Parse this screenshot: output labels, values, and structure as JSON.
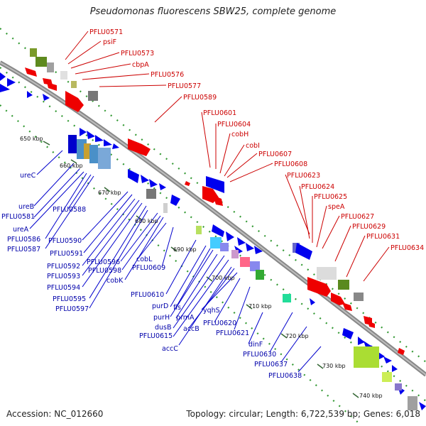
{
  "title": "Pseudomonas fluorescens SBW25, complete genome",
  "accession": "Accession: NC_012660",
  "topology": "Topology: circular; Length: 6,722,539 bp; Genes: 6,018",
  "colors": {
    "upper_labels": "#cc0000",
    "lower_labels": "#0000aa",
    "backbone": "#888888",
    "tick": "#339933"
  },
  "ticks": [
    "650 kbp",
    "660 kbp",
    "670 kbp",
    "680 kbp",
    "690 kbp",
    "700 kbp",
    "710 kbp",
    "720 kbp",
    "730 kbp",
    "740 kbp"
  ],
  "upper_labels": [
    "PFLU0571",
    "psiF",
    "PFLU0573",
    "cbpA",
    "PFLU0576",
    "PFLU0577",
    "PFLU0589",
    "PFLU0601",
    "PFLU0604",
    "cobH",
    "cobI",
    "PFLU0607",
    "PFLU0608",
    "PFLU0623",
    "PFLU0624",
    "PFLU0625",
    "speA",
    "PFLU0627",
    "PFLU0629",
    "PFLU0631",
    "PFLU0634"
  ],
  "lower_labels": [
    "ureC",
    "ureB",
    "PFLU0581",
    "ureA",
    "PFLU0588",
    "PFLU0586",
    "PFLU0587",
    "PFLU0590",
    "PFLU0591",
    "PFLU0592",
    "PFLU0593",
    "PFLU0594",
    "PFLU0595",
    "PFLU0597",
    "PFLU0596",
    "PFLU0598",
    "cobK",
    "cobL",
    "PFLU0609",
    "PFLU0610",
    "purD",
    "fis",
    "purH",
    "prmA",
    "dusB",
    "PFLU0615",
    "accB",
    "accC",
    "yqhS",
    "PFLU0620",
    "PFLU0621",
    "dinF",
    "PFLU0630",
    "PFLU0637",
    "PFLU0638"
  ]
}
